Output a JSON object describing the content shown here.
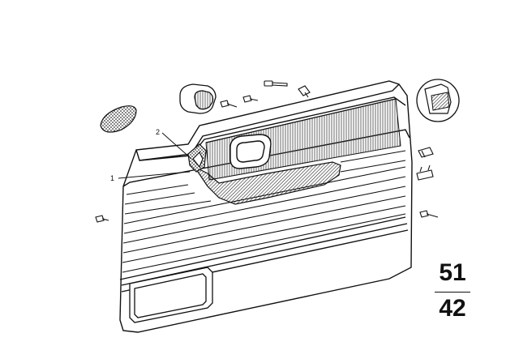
{
  "callouts": {
    "c1": "1",
    "c2": "2"
  },
  "group": {
    "main": "51",
    "sub": "42"
  }
}
